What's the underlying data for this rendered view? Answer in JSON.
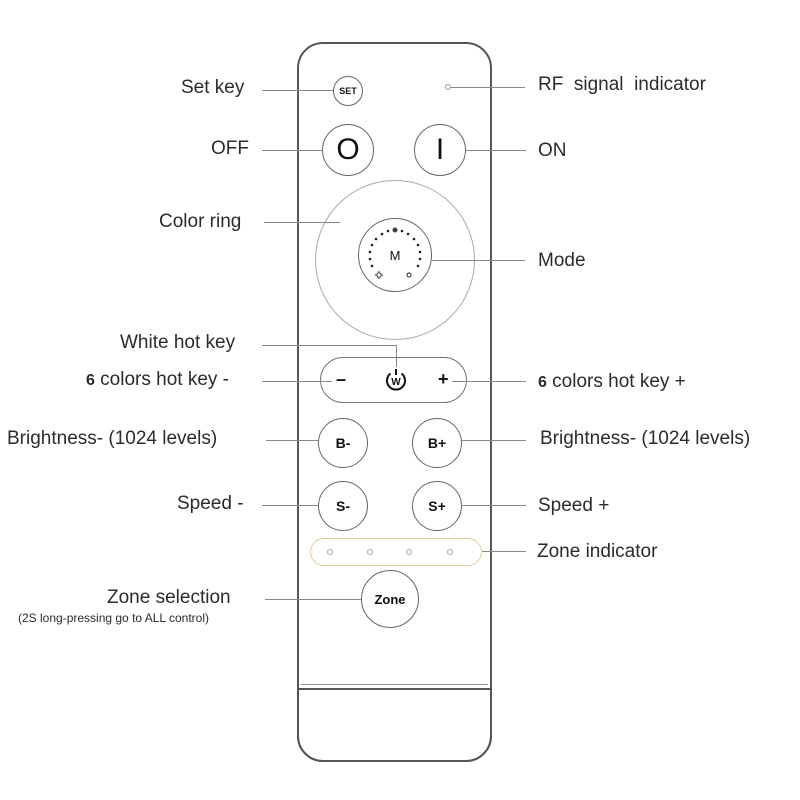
{
  "labels": {
    "set_key": "Set key",
    "rf_indicator": "RF  signal  indicator",
    "off": "OFF",
    "on": "ON",
    "color_ring": "Color ring",
    "mode": "Mode",
    "white_hot_key": "White hot key",
    "colors_minus_num": "6",
    "colors_minus": " colors hot key -",
    "colors_plus_num": "6",
    "colors_plus": " colors hot key +",
    "brightness_minus": "Brightness- (1024 levels)",
    "brightness_plus": "Brightness- (1024 levels)",
    "speed_minus": "Speed -",
    "speed_plus": "Speed +",
    "zone_indicator": "Zone indicator",
    "zone_selection": "Zone selection",
    "zone_selection_note": "(2S long-pressing go to ALL control)"
  },
  "buttons": {
    "set": "SET",
    "off": "O",
    "on": "I",
    "mode": "M",
    "minus": "–",
    "white": "W",
    "plus": "+",
    "b_minus": "B-",
    "b_plus": "B+",
    "s_minus": "S-",
    "s_plus": "S+",
    "zone": "Zone"
  },
  "icons": {
    "white": "power-w-icon",
    "mode_ring": "dotted-ring-icon",
    "sun": "sun-icon"
  },
  "colors": {
    "outline": "#555555",
    "zone_strip": "#e8c99a"
  }
}
